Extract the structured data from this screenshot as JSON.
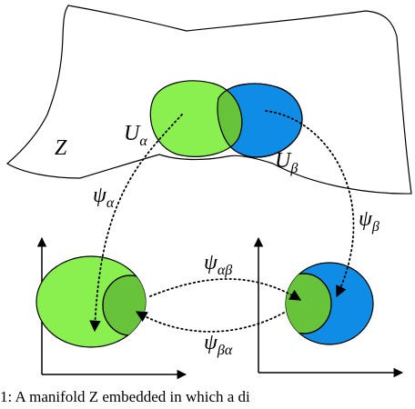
{
  "colors": {
    "green": "#8af050",
    "blue": "#0f8de6",
    "overlap": "#66c33a",
    "outline": "#000000"
  },
  "labels": {
    "space": "Z",
    "chart_a": "U",
    "chart_a_sub": "α",
    "chart_b": "U",
    "chart_b_sub": "β",
    "map_a": "ψ",
    "map_a_sub": "α",
    "map_b": "ψ",
    "map_b_sub": "β",
    "transition_ab": "ψ",
    "transition_ab_sub": "αβ",
    "transition_ba": "ψ",
    "transition_ba_sub": "βα"
  },
  "caption": "1: A manifold Z embedded in which a di"
}
